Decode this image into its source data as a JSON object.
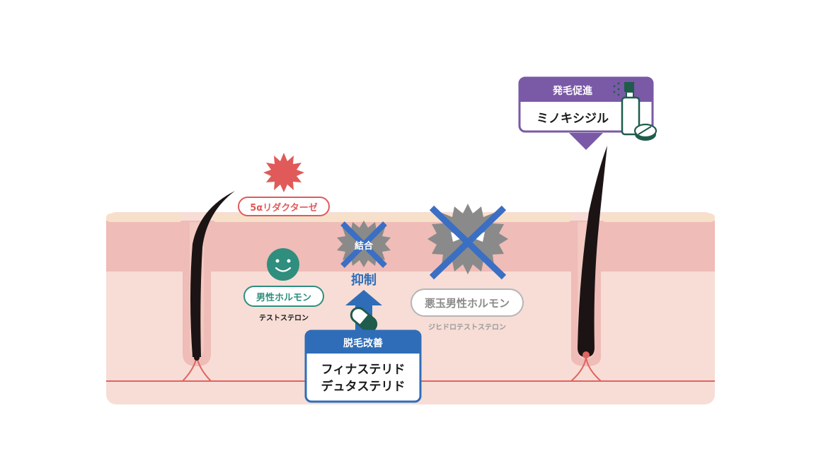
{
  "labels": {
    "enzyme": "5αリダクターゼ",
    "testosterone": "男性ホルモン",
    "testosterone_sub": "テストステロン",
    "bound_text": "結合",
    "suppress": "抑制",
    "dht": "悪玉男性ホルモン",
    "dht_sub": "ジヒドロテストステロン",
    "finasteride_header": "脱毛改善",
    "finasteride_line1": "フィナステリド",
    "finasteride_line2": "デュタステリド",
    "minoxidil_header": "発毛促進",
    "minoxidil_name": "ミノキシジル"
  },
  "colors": {
    "skin_surface": "#f7e0c9",
    "skin_upper": "#efbcb7",
    "skin_lower": "#f7ddd6",
    "vessel": "#e06460",
    "enzyme": "#e05a5a",
    "testosterone": "#2f8e7e",
    "dht_gray": "#8a8a8a",
    "cross_blue": "#3a6fc3",
    "finasteride_blue": "#2f6db8",
    "minoxidil_purple": "#7a59a6",
    "hair": "#1c1414",
    "capsule_green": "#1f5c4c"
  },
  "icons": [
    "enzyme-burst-icon",
    "smile-face-icon",
    "angry-virus-icon",
    "capsule-icon",
    "spray-bottle-icon",
    "tablet-icon"
  ]
}
